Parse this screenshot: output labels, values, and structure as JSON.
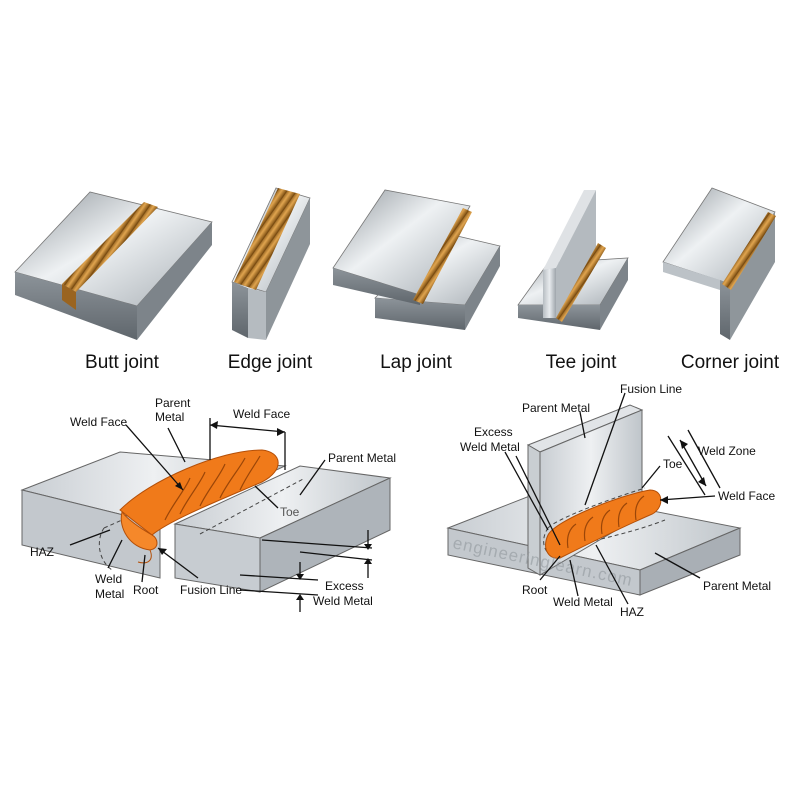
{
  "joints": {
    "butt": "Butt joint",
    "edge": "Edge joint",
    "lap": "Lap joint",
    "tee": "Tee joint",
    "corner": "Corner joint"
  },
  "butt_detail": {
    "weld_face": "Weld Face",
    "parent_metal_line1": "Parent",
    "parent_metal_line2": "Metal",
    "weld_face_width": "Weld Face",
    "parent_metal_right": "Parent Metal",
    "toe": "Toe",
    "haz": "HAZ",
    "weld_metal_line1": "Weld",
    "weld_metal_line2": "Metal",
    "root": "Root",
    "fusion_line": "Fusion Line",
    "excess_line1": "Excess",
    "excess_line2": "Weld Metal"
  },
  "tee_detail": {
    "fusion_line": "Fusion Line",
    "parent_metal_top": "Parent Metal",
    "excess_line1": "Excess",
    "excess_line2": "Weld Metal",
    "weld_zone": "Weld Zone",
    "toe": "Toe",
    "weld_face": "Weld Face",
    "root": "Root",
    "weld_metal": "Weld Metal",
    "haz": "HAZ",
    "parent_metal_bottom": "Parent Metal",
    "watermark": "engineeringlearn.com"
  },
  "colors": {
    "steel_light": "#e6e9ec",
    "steel_dark": "#9aa1a7",
    "weld_bead": "#c98a2e",
    "weld_orange": "#f07a1a"
  }
}
